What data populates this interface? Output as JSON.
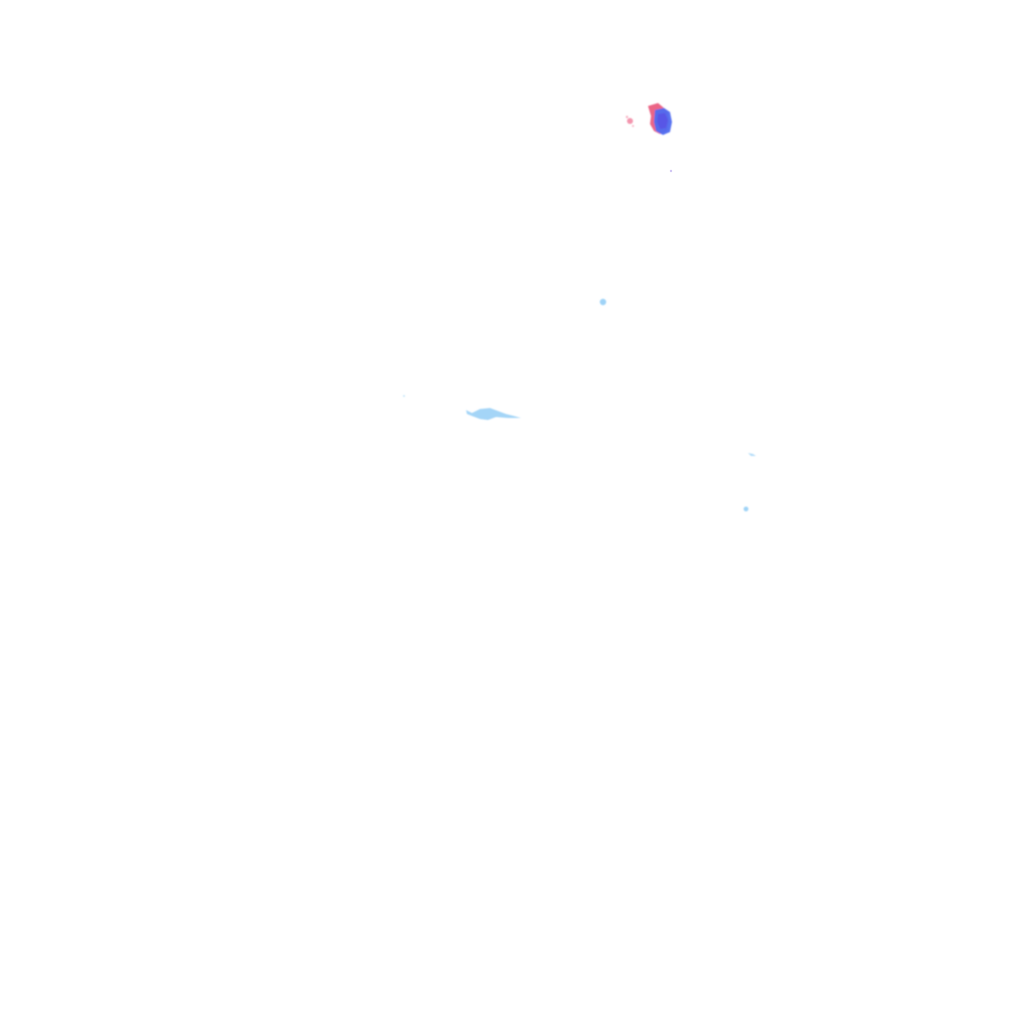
{
  "map": {
    "type": "weather radar overlay",
    "background_color": "#ffffff",
    "colors": {
      "light_precip": "#9fd3f7",
      "light_precip_faint": "#c3e5fb",
      "heavy_core_blue": "#4f6cf0",
      "heavy_core_indigo": "#5a55e6",
      "heavy_edge_red": "#e84a72",
      "heavy_edge_pink": "#f07a98"
    },
    "echoes": [
      {
        "name": "echo-cell-strong",
        "intensity": "heavy"
      },
      {
        "name": "echo-speck-pink",
        "intensity": "moderate"
      },
      {
        "name": "echo-dot-small",
        "intensity": "light"
      },
      {
        "name": "echo-band-light",
        "intensity": "light"
      },
      {
        "name": "echo-speck-east",
        "intensity": "light"
      },
      {
        "name": "echo-dot-southeast",
        "intensity": "light"
      }
    ]
  }
}
